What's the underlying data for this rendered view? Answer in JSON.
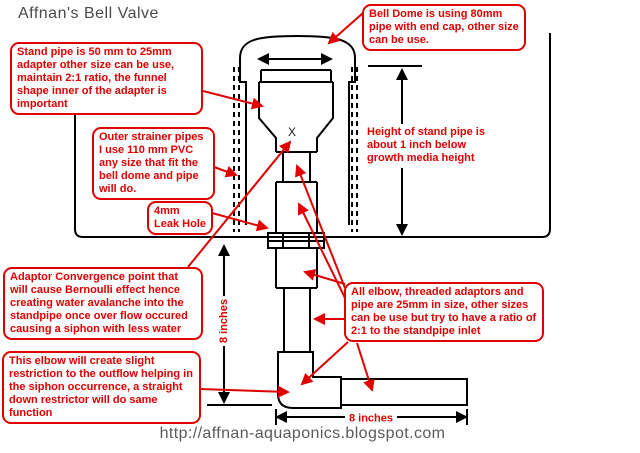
{
  "title": "Affnan's Bell Valve",
  "footer_url": "http://affnan-aquaponics.blogspot.com",
  "colors": {
    "annotation_red": "#e00000",
    "line_black": "#000000",
    "title_gray": "#4a4a4a",
    "url_gray": "#5a5a5a"
  },
  "notes": {
    "standpipe": "Stand pipe is 50 mm to 25mm adapter other size can be use, maintain 2:1 ratio, the funnel shape inner of the adapter is important",
    "bell_dome": "Bell Dome is using 80mm pipe with end cap, other size can be use.",
    "strainer": "Outer strainer pipes I use 110 mm PVC any size that fit the bell dome and pipe will do.",
    "leak_hole": "4mm Leak Hole",
    "convergence": "Adaptor Convergence point that will cause Bernoulli effect hence creating water avalanche into the standpipe once over flow occured causing a siphon with less water",
    "elbow": "This elbow will create slight restriction to the outflow helping in the siphon occurrence, a straight down restrictor will do same function",
    "fittings": "All elbow, threaded adaptors and pipe are 25mm in size, other sizes can be use but try to have a ratio of 2:1 to the standpipe inlet",
    "height": "Height of stand pipe is about 1 inch below growth media height"
  },
  "dimensions": {
    "vertical_8in": "8 inches",
    "horizontal_8in": "8 inches"
  },
  "marks": {
    "convergence_x": "X"
  }
}
